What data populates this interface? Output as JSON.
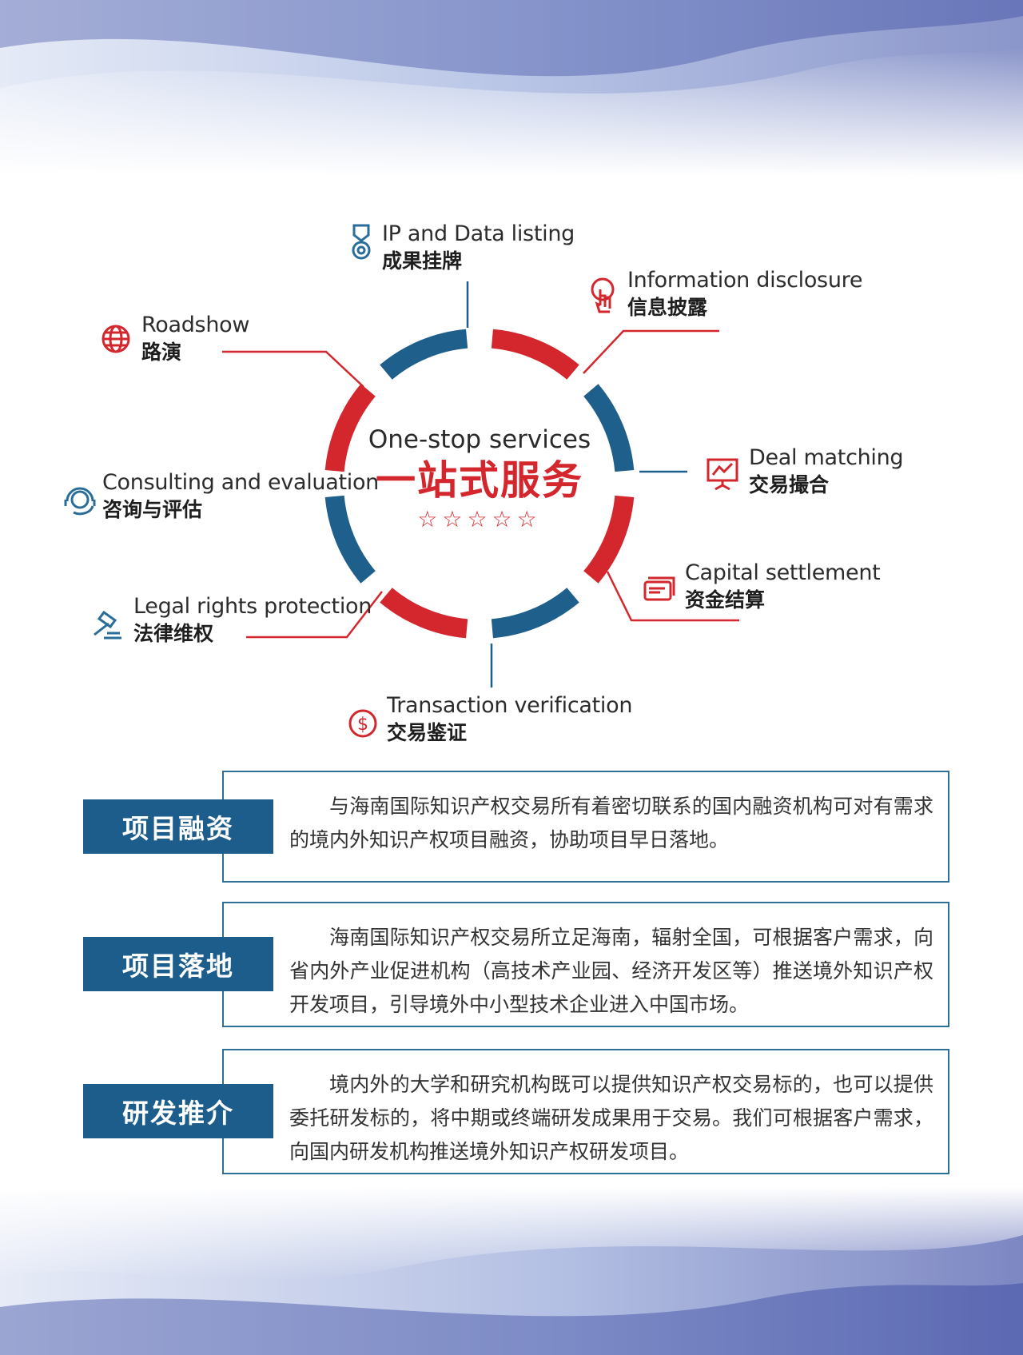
{
  "center": {
    "title_en": "One-stop services",
    "title_cn": "一站式服务",
    "stars": "☆☆☆☆☆"
  },
  "services": [
    {
      "id": "ip-data-listing",
      "en": "IP and Data listing",
      "cn": "成果挂牌",
      "icon": "medal-icon"
    },
    {
      "id": "information-disclosure",
      "en": "Information disclosure",
      "cn": "信息披露",
      "icon": "touch-hand-icon"
    },
    {
      "id": "deal-matching",
      "en": "Deal matching",
      "cn": "交易撮合",
      "icon": "presentation-chart-icon"
    },
    {
      "id": "capital-settlement",
      "en": "Capital settlement",
      "cn": "资金结算",
      "icon": "payment-card-icon"
    },
    {
      "id": "transaction-verification",
      "en": "Transaction verification",
      "cn": "交易鉴证",
      "icon": "dollar-coin-icon"
    },
    {
      "id": "legal-rights-protection",
      "en": "Legal rights protection",
      "cn": "法律维权",
      "icon": "gavel-icon"
    },
    {
      "id": "consulting-evaluation",
      "en": "Consulting and evaluation",
      "cn": "咨询与评估",
      "icon": "headset-icon"
    },
    {
      "id": "roadshow",
      "en": "Roadshow",
      "cn": "路演",
      "icon": "globe-icon"
    }
  ],
  "sections": [
    {
      "tag": "项目融资",
      "text": "与海南国际知识产权交易所有着密切联系的国内融资机构可对有需求的境内外知识产权项目融资，协助项目早日落地。"
    },
    {
      "tag": "项目落地",
      "text": "海南国际知识产权交易所立足海南，辐射全国，可根据客户需求，向省内外产业促进机构（高技术产业园、经济开发区等）推送境外知识产权开发项目，引导境外中小型技术企业进入中国市场。"
    },
    {
      "tag": "研发推介",
      "text": "境内外的大学和研究机构既可以提供知识产权交易标的，也可以提供委托研发标的，将中期或终端研发成果用于交易。我们可根据客户需求，向国内研发机构推送境外知识产权研发项目。"
    }
  ],
  "colors": {
    "red": "#d3262d",
    "blue": "#1f5f8b",
    "icon_red": "#d3262d",
    "icon_blue": "#2a6d99"
  }
}
